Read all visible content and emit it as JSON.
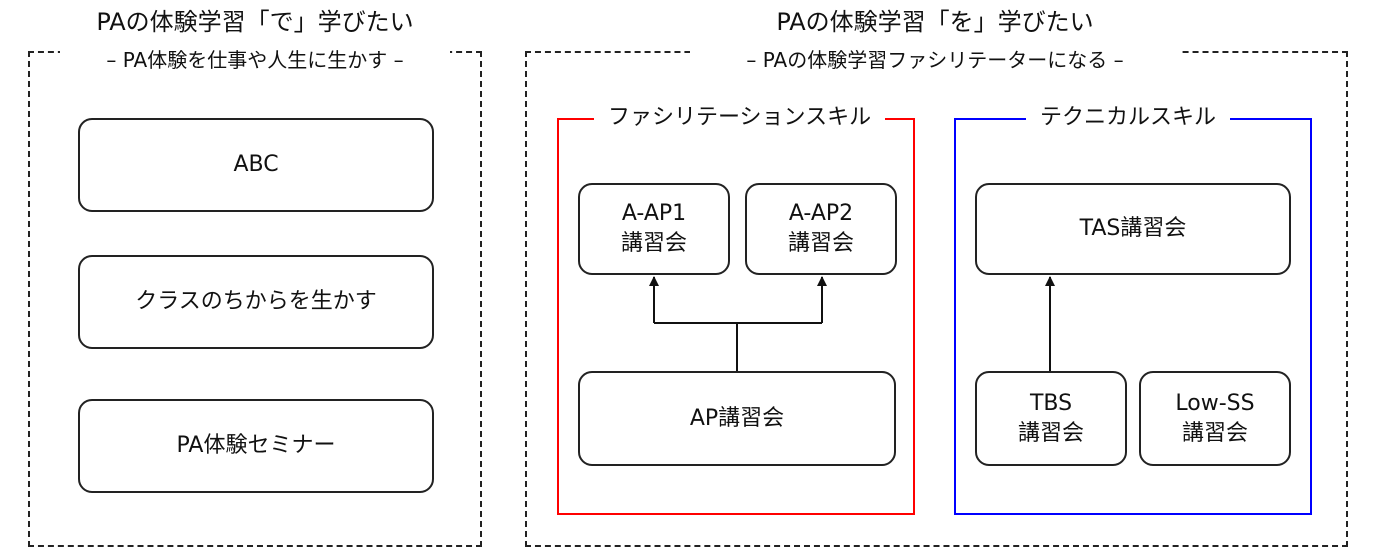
{
  "left_section": {
    "title": "PAの体験学習「で」学びたい",
    "subtitle": "– PA体験を仕事や人生に生かす –",
    "items": [
      {
        "label": "ABC"
      },
      {
        "label": "クラスのちからを生かす"
      },
      {
        "label": "PA体験セミナー"
      }
    ]
  },
  "right_section": {
    "title": "PAの体験学習「を」学びたい",
    "subtitle": "– PAの体験学習ファシリテーターになる –",
    "facilitation_group": {
      "label": "ファシリテーションスキル",
      "color": "#ff0000",
      "nodes": {
        "a_ap1": {
          "line1": "A-AP1",
          "line2": "講習会"
        },
        "a_ap2": {
          "line1": "A-AP2",
          "line2": "講習会"
        },
        "ap": {
          "label": "AP講習会"
        }
      }
    },
    "technical_group": {
      "label": "テクニカルスキル",
      "color": "#0000ff",
      "nodes": {
        "tas": {
          "label": "TAS講習会"
        },
        "tbs": {
          "line1": "TBS",
          "line2": "講習会"
        },
        "low_ss": {
          "line1": "Low-SS",
          "line2": "講習会"
        }
      }
    }
  }
}
